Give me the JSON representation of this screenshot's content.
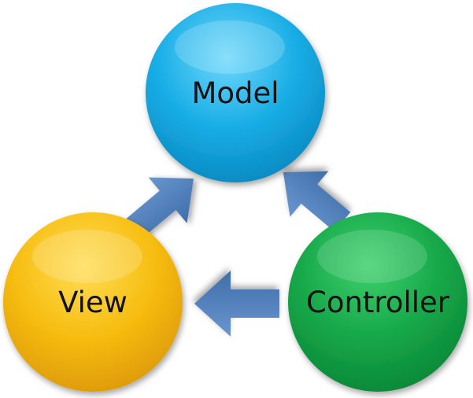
{
  "diagram": {
    "nodes": [
      {
        "id": "model",
        "label": "Model",
        "color": "#1aaee6"
      },
      {
        "id": "view",
        "label": "View",
        "color": "#f2b50e"
      },
      {
        "id": "controller",
        "label": "Controller",
        "color": "#17a94a"
      }
    ],
    "edges": [
      {
        "from": "view",
        "to": "model"
      },
      {
        "from": "controller",
        "to": "model"
      },
      {
        "from": "controller",
        "to": "view"
      }
    ],
    "arrow_color": "#4f7fbd"
  }
}
